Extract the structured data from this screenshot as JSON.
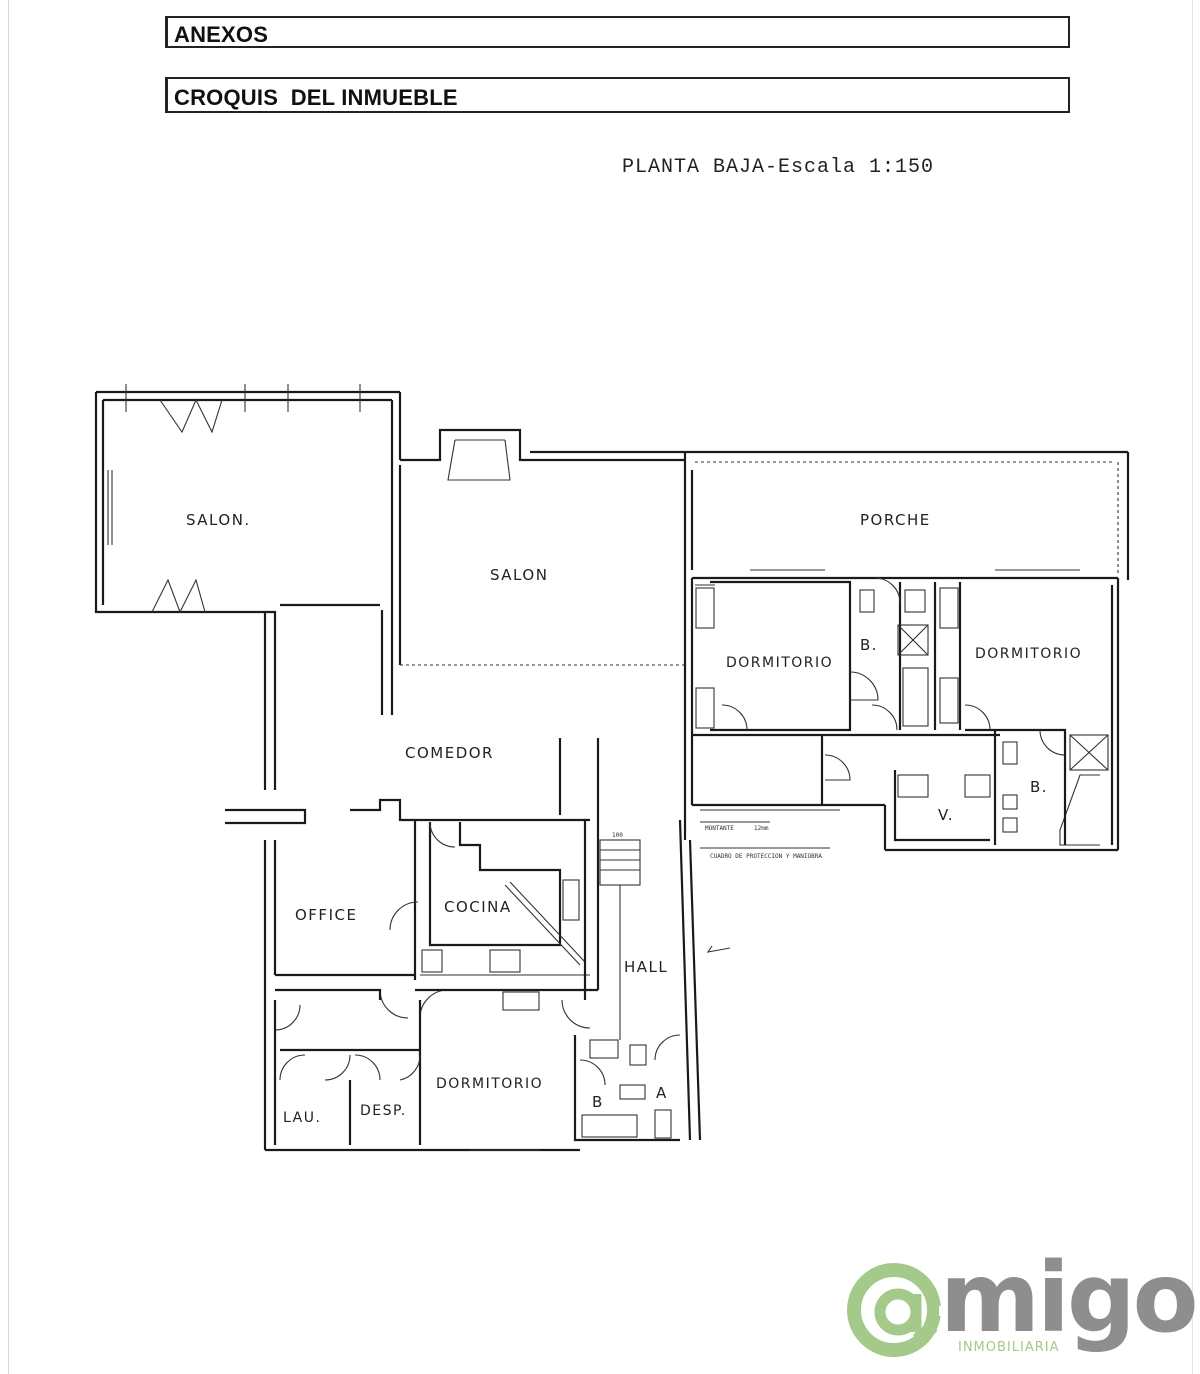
{
  "header": {
    "annex_title": "ANEXOS",
    "sketch_title": "CROQUIS  DEL INMUEBLE"
  },
  "plan": {
    "scale_label": "PLANTA BAJA-Escala 1:150",
    "rooms": {
      "salon_left": "SALON.",
      "salon_center": "SALON",
      "porche": "PORCHE",
      "dormitorio_center": "DORMITORIO",
      "dormitorio_right": "DORMITORIO",
      "bano_center": "B.",
      "bano_right": "B.",
      "vestidor": "V.",
      "comedor": "COMEDOR",
      "office": "OFFICE",
      "cocina": "COCINA",
      "hall": "HALL",
      "dormitorio_bottom": "DORMITORIO",
      "lavadero": "LAU.",
      "despensa": "DESP.",
      "bano_bottom": "B",
      "aseo": "A"
    },
    "annotations": {
      "meter": "MONTANTE",
      "meter_size": "12mm",
      "panel": "CUADRO DE PROTECCION Y MANIOBRA",
      "stairs": "100"
    }
  },
  "logo": {
    "mark": "@",
    "name": "migo",
    "subtitle": "INMOBILIARIA",
    "colors": {
      "green": "#a5c98a",
      "gray": "#8e8e8e"
    }
  }
}
